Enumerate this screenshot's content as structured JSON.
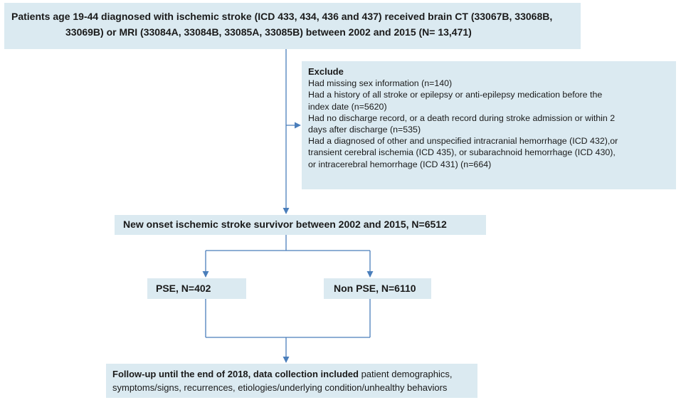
{
  "flowchart": {
    "top_box": {
      "line1": "Patients age 19-44 diagnosed with ischemic stroke (ICD 433, 434, 436 and 437) received brain CT (33067B, 33068B,",
      "line2": "33069B) or MRI (33084A, 33084B, 33085A, 33085B) between 2002 and 2015 (N= 13,471)"
    },
    "exclude_box": {
      "title": "Exclude",
      "items": [
        "Had missing sex information (n=140)",
        "Had a history of all stroke or epilepsy or anti-epilepsy medication before the",
        "index date (n=5620)",
        "Had no discharge record, or a death record during stroke admission or within 2",
        "days after discharge (n=535)",
        "Had a diagnosed of other and unspecified intracranial hemorrhage (ICD 432),or",
        "transient cerebral ischemia (ICD 435), or subarachnoid hemorrhage (ICD 430),",
        "or intracerebral hemorrhage (ICD 431) (n=664)"
      ]
    },
    "onset_box": {
      "text": "New onset ischemic stroke survivor between 2002 and 2015, N=6512"
    },
    "pse_box": {
      "text": "PSE, N=402"
    },
    "nonpse_box": {
      "text": "Non PSE, N=6110"
    },
    "followup_box": {
      "bold_text": "Follow-up until the end of 2018, data collection included",
      "line1_rest": " patient demographics,",
      "line2": "symptoms/signs, recurrences, etiologies/underlying condition/unhealthy behaviors"
    },
    "colors": {
      "box_fill": "#dbeaf1",
      "connector": "#4a7ebb"
    }
  }
}
